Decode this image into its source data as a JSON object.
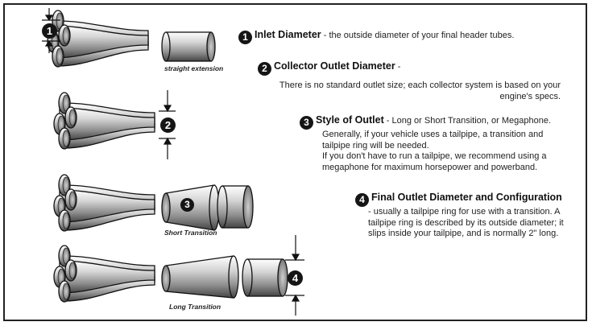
{
  "items": [
    {
      "num": "1",
      "title": "Inlet Diameter",
      "desc": "the outside diameter of your final header tubes."
    },
    {
      "num": "2",
      "title": "Collector Outlet Diameter",
      "desc": "There is no standard outlet size; each collector system is based on your engine's specs."
    },
    {
      "num": "3",
      "title": "Style of Outlet",
      "desc1": "Long or Short Transition, or Megaphone.",
      "desc2": "Generally, if your vehicle uses a tailpipe, a transition and tailpipe ring will be needed.",
      "desc3": "If you don't have to run a tailpipe, we recommend using a megaphone for maximum horsepower and powerband."
    },
    {
      "num": "4",
      "title": "Final Outlet Diameter and Configuration",
      "desc": "usually a tailpipe ring for use with a transition. A tailpipe ring is described by its outside diameter; it slips inside your tailpipe, and is normally 2\" long."
    }
  ],
  "captions": {
    "straight": "straight extension",
    "short": "Short Transition",
    "long": "Long Transition"
  },
  "markers": {
    "one": "1",
    "two": "2",
    "three": "3",
    "four": "4"
  }
}
